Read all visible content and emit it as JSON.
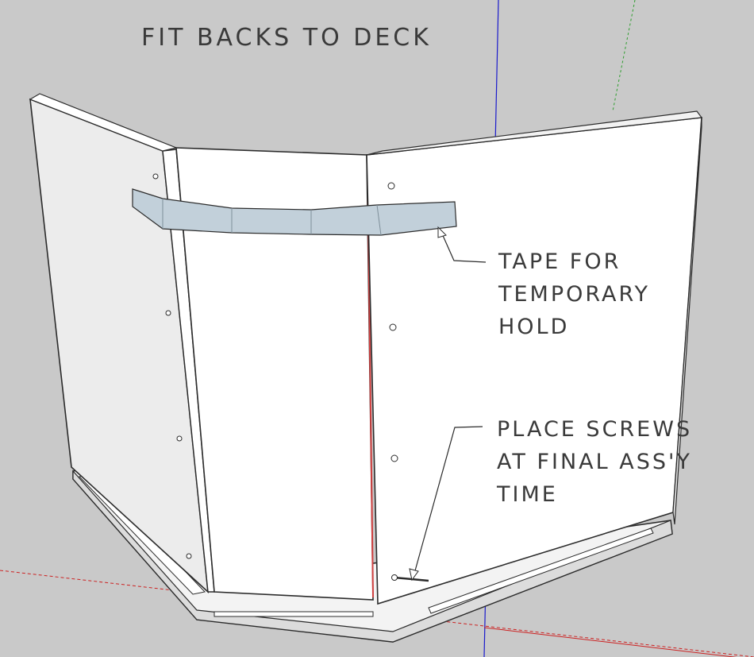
{
  "title": "Fit backs to deck",
  "annotations": {
    "tape": [
      "tape for",
      "temporary",
      "hold"
    ],
    "screws": [
      "place screws",
      "at final ass'y",
      "time"
    ]
  },
  "colors": {
    "background": "#c9c9c9",
    "panel_face": "#ffffff",
    "panel_edge": "#2b2b2b",
    "tape": "#b9cad6",
    "axis_blue": "#0000cc",
    "axis_red": "#cc0000",
    "axis_green": "#2e9e2e"
  }
}
